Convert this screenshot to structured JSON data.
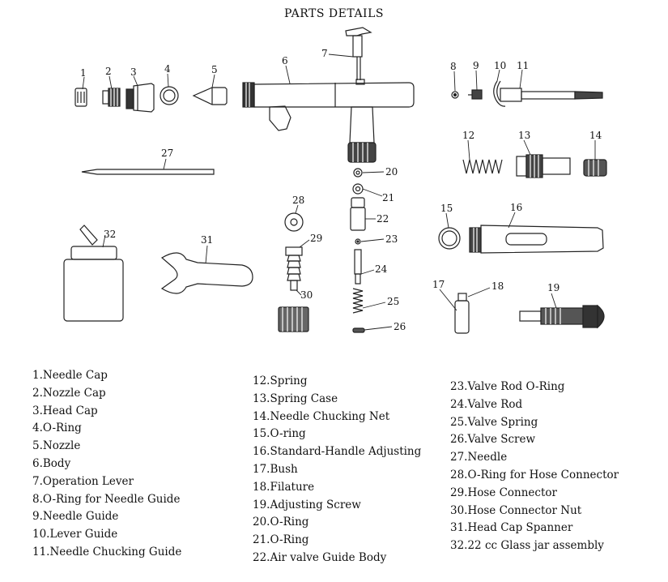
{
  "title": "PARTS DETAILS",
  "diagram_numbers": [
    "1",
    "2",
    "3",
    "4",
    "5",
    "6",
    "7",
    "8",
    "9",
    "10",
    "11",
    "12",
    "13",
    "14",
    "15",
    "16",
    "17",
    "18",
    "19",
    "20",
    "21",
    "22",
    "23",
    "24",
    "25",
    "26",
    "27",
    "28",
    "29",
    "30",
    "31",
    "32"
  ],
  "legend": {
    "col1": [
      "1.Needle Cap",
      "2.Nozzle Cap",
      "3.Head Cap",
      "4.O-Ring",
      "5.Nozzle",
      "6.Body",
      "7.Operation Lever",
      "8.O-Ring for Needle Guide",
      "9.Needle Guide",
      "10.Lever Guide",
      "11.Needle Chucking Guide"
    ],
    "col2": [
      "12.Spring",
      "13.Spring Case",
      "14.Needle Chucking Net",
      "15.O-ring",
      "16.Standard-Handle Adjusting",
      "17.Bush",
      "18.Filature",
      "19.Adjusting Screw",
      "20.O-Ring",
      "21.O-Ring",
      "22.Air valve Guide Body"
    ],
    "col3": [
      "23.Valve Rod O-Ring",
      "24.Valve Rod",
      "25.Valve Spring",
      "26.Valve Screw",
      "27.Needle",
      "28.O-Ring for Hose Connector",
      "29.Hose Connector",
      "30.Hose Connector Nut",
      "31.Head Cap Spanner",
      "32.22 cc Glass jar assembly"
    ]
  }
}
